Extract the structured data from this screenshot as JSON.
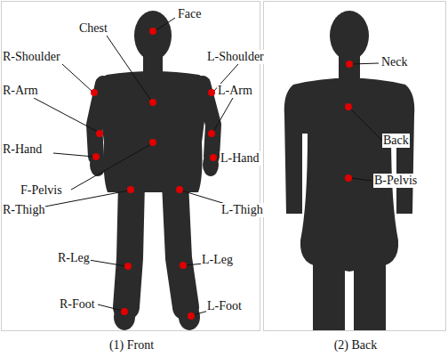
{
  "diagram": {
    "labels": [
      "Face",
      "Chest",
      "R-Shoulder",
      "L-Shoulder",
      "R-Arm",
      "L-Arm",
      "R-Hand",
      "L-Hand",
      "F-Pelvis",
      "R-Thigh",
      "L-Thigh",
      "R-Leg",
      "L-Leg",
      "R-Foot",
      "L-Foot",
      "(1) Front",
      "Neck",
      "Back",
      "B-Pelvis",
      "(2) Back"
    ]
  }
}
